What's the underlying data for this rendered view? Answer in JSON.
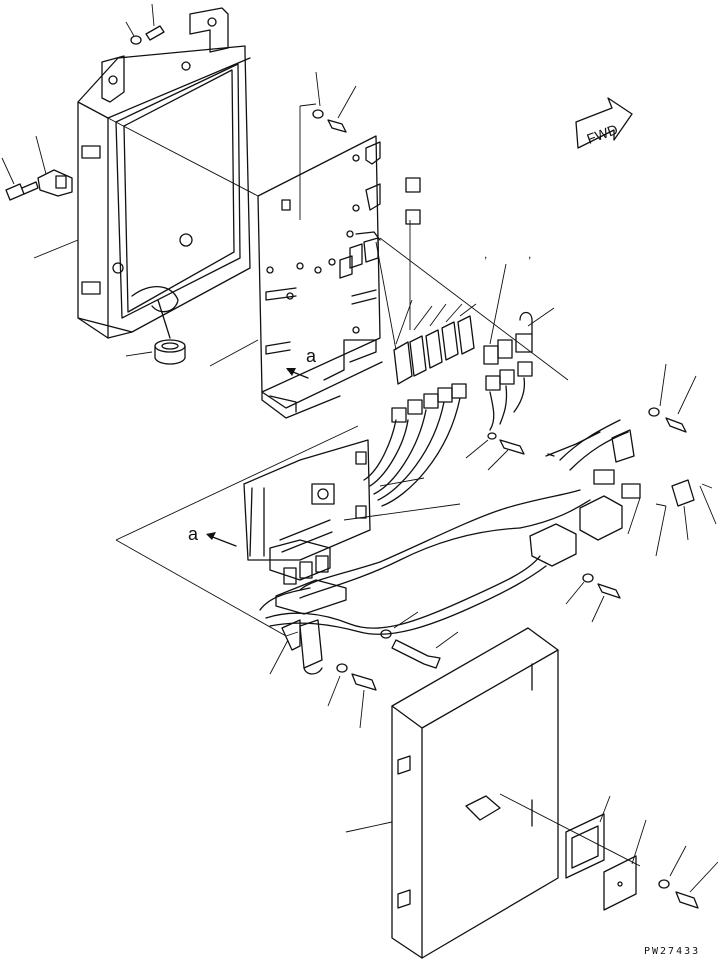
{
  "drawing": {
    "fwd_label": "FWD",
    "view_marker_top": "a",
    "view_marker_left": "a",
    "callout_comma_1": ",",
    "callout_comma_2": ",",
    "drawing_number": "PW27433"
  },
  "colors": {
    "ink": "#111111",
    "paper": "#ffffff"
  },
  "icons": {
    "direction": "fwd-arrow-icon",
    "view": "view-arrow-icon"
  }
}
